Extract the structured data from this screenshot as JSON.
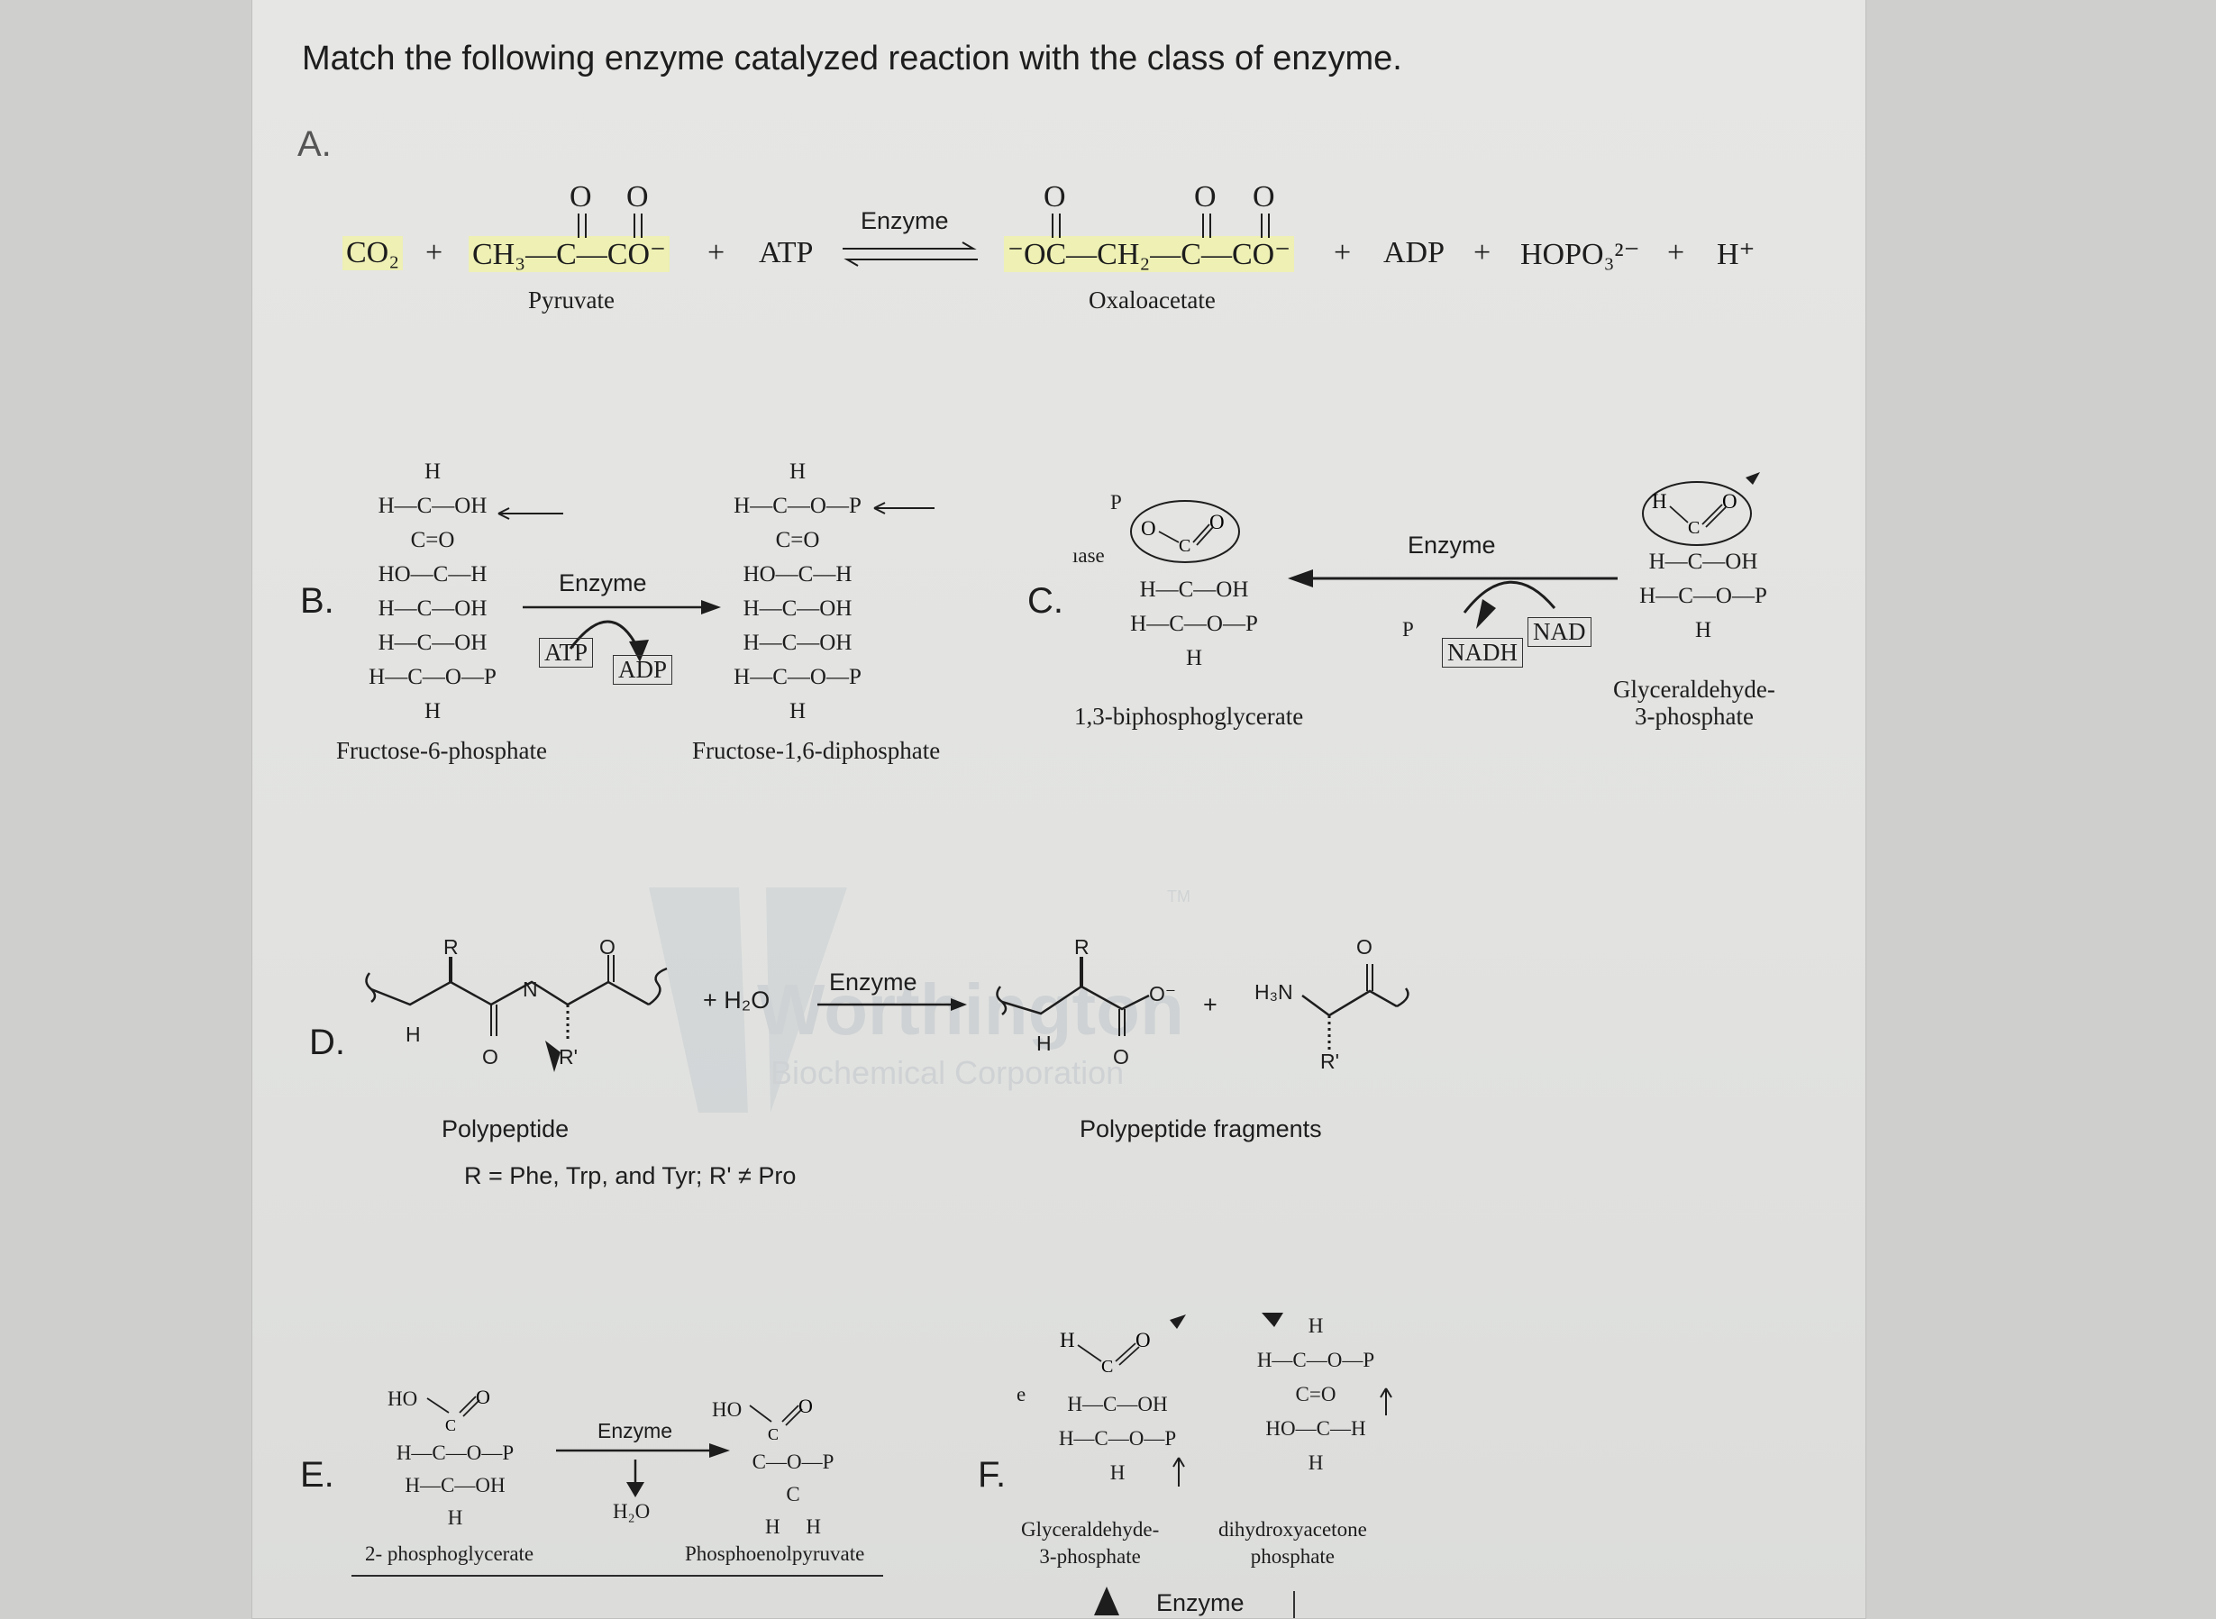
{
  "question": "Match the following enzyme catalyzed reaction with the class of enzyme.",
  "colors": {
    "highlight": "#eef0b4",
    "text": "#1d1d1d",
    "paper": "#e4e4e2",
    "watermark": "#c9cdd0"
  },
  "reactions": {
    "a": {
      "letter": "A.",
      "co2": "CO₂",
      "plus": "+",
      "pyruvate": "CH₃—C—CO⁻",
      "pyruvate_label": "Pyruvate",
      "atp": "ATP",
      "enzyme": "Enzyme",
      "oxaloacetate": "⁻OC—CH₂—C—CO⁻",
      "oxaloacetate_label": "Oxaloacetate",
      "adp": "ADP",
      "phosphate": "HOPO₃²⁻",
      "proton": "H⁺",
      "oxygen": "O"
    },
    "b": {
      "letter": "B.",
      "left_structure": [
        "H",
        "H—C—OH",
        "C=O",
        "HO—C—H",
        "H—C—OH",
        "H—C—OH",
        "H—C—O—P",
        "H"
      ],
      "left_label": "Fructose-6-phosphate",
      "enzyme": "Enzyme",
      "atp": "ATP",
      "adp": "ADP",
      "right_structure": [
        "H",
        "H—C—O—P",
        "C=O",
        "HO—C—H",
        "H—C—OH",
        "H—C—OH",
        "H—C—O—P",
        "H"
      ],
      "right_label": "Fructose-1,6-diphosphate"
    },
    "c": {
      "letter": "C.",
      "fragment": "ıase",
      "p_label": "P",
      "product_structure": [
        "H—C—OH",
        "H—C—O—P",
        "H"
      ],
      "product_label": "1,3-biphosphoglycerate",
      "enzyme": "Enzyme",
      "p_in": "P",
      "nadh": "NADH",
      "nad": "NAD",
      "reactant_structure": [
        "H—C—OH",
        "H—C—O—P",
        "H"
      ],
      "reactant_label": "Glyceraldehyde-\n3-phosphate"
    },
    "d": {
      "letter": "D.",
      "r": "R",
      "r_prime": "R'",
      "nh": "H",
      "n": "N",
      "plus_water": "+  H₂O",
      "enzyme": "Enzyme",
      "o_minus": "O⁻",
      "plus": "+",
      "h3n": "H₃N",
      "left_label": "Polypeptide",
      "condition": "R = Phe, Trp, and Tyr; R' ≠ Pro",
      "right_label": "Polypeptide fragments"
    },
    "e": {
      "letter": "E.",
      "left_structure": [
        "H—C—O—P",
        "H—C—OH",
        "H"
      ],
      "ho": "HO",
      "left_label": "2- phosphoglycerate",
      "enzyme": "Enzyme",
      "water": "H₂O",
      "right_structure": [
        "C—O—P",
        "C",
        "H     H"
      ],
      "right_label": "Phosphoenolpyruvate"
    },
    "f": {
      "letter": "F.",
      "e_fragment": "e",
      "left_structure": [
        "H—C—OH",
        "H—C—O—P",
        "H"
      ],
      "left_label": "Glyceraldehyde-\n3-phosphate",
      "right_structure": [
        "H",
        "H—C—O—P",
        "C=O",
        "HO—C—H",
        "H"
      ],
      "right_label": "dihydroxyacetone\nphosphate",
      "enzyme": "Enzyme"
    }
  },
  "watermark": {
    "line1": "Worthington",
    "line2": "Biochemical Corporation",
    "tm": "TM"
  }
}
